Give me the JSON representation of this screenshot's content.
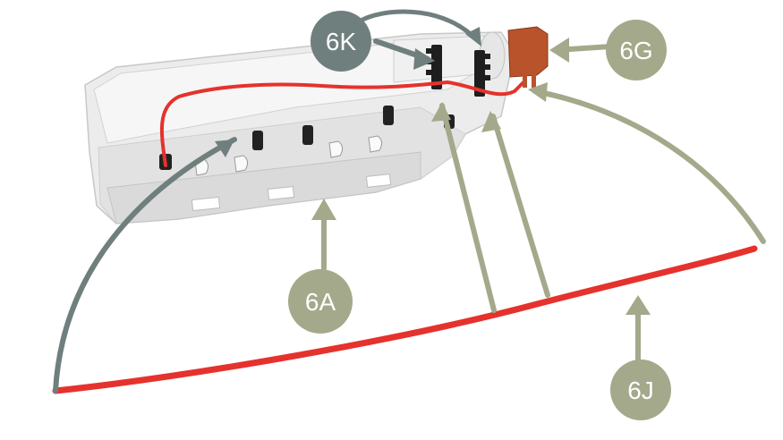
{
  "labels": {
    "a": "6A",
    "g": "6G",
    "j": "6J",
    "k": "6K"
  },
  "colors": {
    "callout_green": "#a3a98a",
    "callout_gray": "#6f7f7d",
    "hose_red": "#e5322d",
    "connector_brown": "#b9532b",
    "part_body": "#e9e9e9"
  }
}
